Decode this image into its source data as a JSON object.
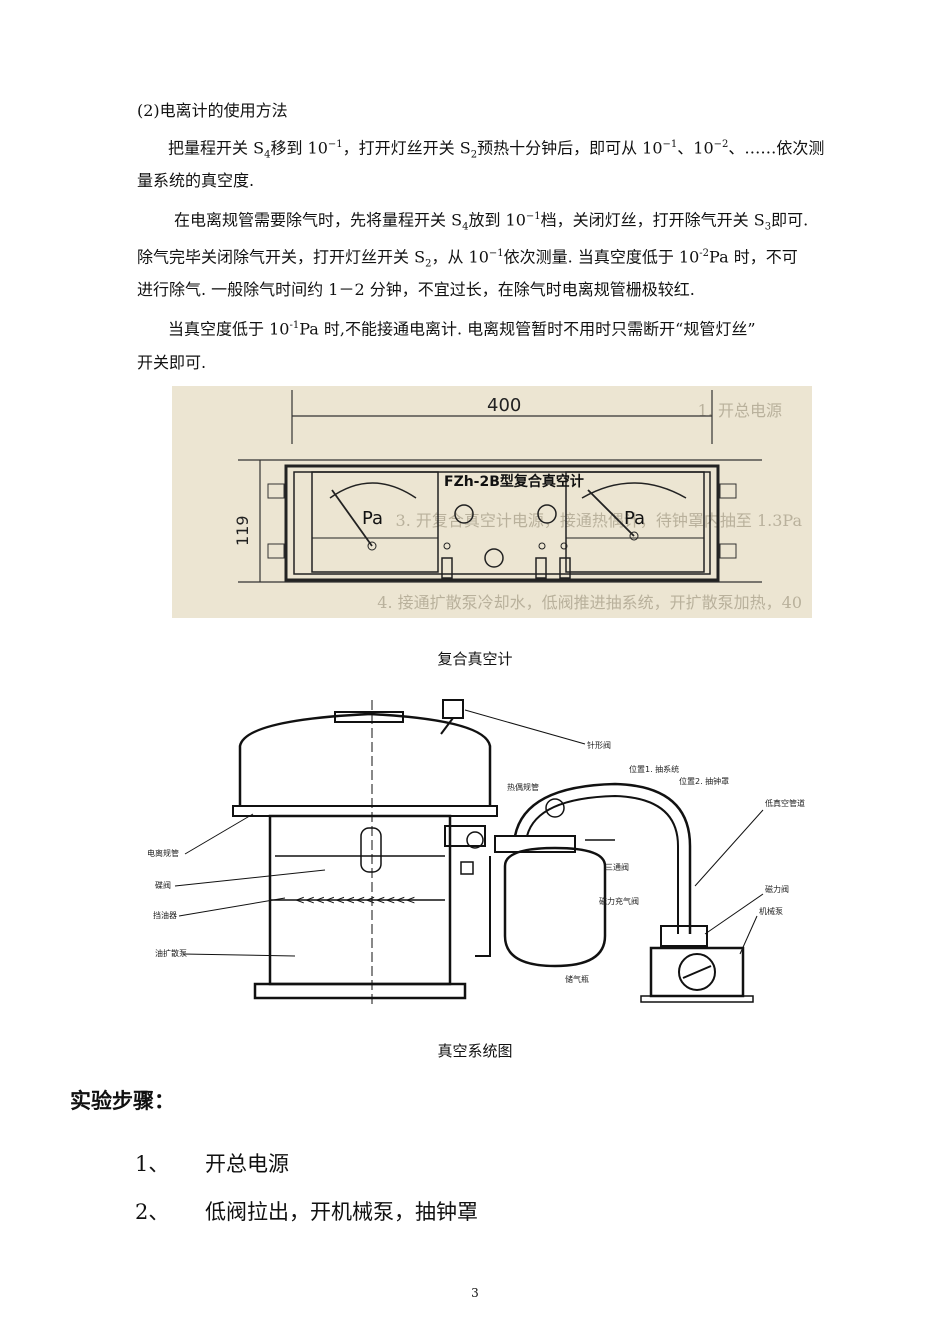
{
  "section": {
    "title": "(2)电离计的使用方法",
    "p1_l1_a": "把量程开关 S",
    "p1_l1_b": "移到 10",
    "p1_l1_c": "，打开灯丝开关 S",
    "p1_l1_d": "预热十分钟后，即可从 10",
    "p1_l1_e": "、10",
    "p1_l1_f": "、……依次测",
    "p1_l2": "量系统的真空度.",
    "p2_l1_a": "在电离规管需要除气时，先将量程开关 S",
    "p2_l1_b": "放到 10",
    "p2_l1_c": "档，关闭灯丝，打开除气开关 S",
    "p2_l1_d": "即可.",
    "p2_l2_a": "除气完毕关闭除气开关，打开灯丝开关 S",
    "p2_l2_b": "，从 10",
    "p2_l2_c": "依次测量. 当真空度低于 10",
    "p2_l2_d": "Pa 时，不可",
    "p2_l3": "进行除气. 一般除气时间约 1－2 分钟，不宜过长，在除气时电离规管栅极较红.",
    "p3_l1_a": "当真空度低于 10",
    "p3_l1_b": "Pa 时,不能接通电离计. 电离规管暂时不用时只需断开“规管灯丝”",
    "p3_l2": "开关即可.",
    "sub_4": "4",
    "sub_2": "2",
    "sub_3": "3",
    "sup_m1": "−1",
    "sup_m2": "−2",
    "sup_m2b": "-2",
    "sup_m1b": "-1"
  },
  "figure1": {
    "caption": "复合真空计",
    "dim_width": "400",
    "dim_height": "119",
    "panel_title": "FZh-2B型复合真空计",
    "unit_left": "Pa",
    "unit_right": "Pa",
    "bg_text_1": "1. 开总电源",
    "bg_text_2": "3. 开复合真空计电源，接通热偶计，待钟罩内抽至 1.3Pa",
    "bg_text_3": "4. 接通扩散泵冷却水，低阀推进抽系统，开扩散泵加热，40"
  },
  "figure2": {
    "caption": "真空系统图",
    "labels": {
      "needle_valve": "针形阀",
      "thermocouple": "热偶规管",
      "pos1": "位置1. 抽系统",
      "pos2": "位置2. 抽钟罩",
      "low_vac_pipe": "低真空管道",
      "ion_gauge": "电离规管",
      "three_way": "三通阀",
      "solenoid": "磁力阀",
      "high_valve": "碟阀",
      "mag_inflate": "磁力充气阀",
      "mech_pump": "机械泵",
      "baffle": "挡油器",
      "diff_pump": "油扩散泵",
      "gas_tank": "储气瓶"
    }
  },
  "steps_heading": "实验步骤：",
  "steps": [
    {
      "num": "1、",
      "text": "开总电源"
    },
    {
      "num": "2、",
      "text": "低阀拉出，开机械泵，抽钟罩"
    }
  ],
  "page_number": "3"
}
